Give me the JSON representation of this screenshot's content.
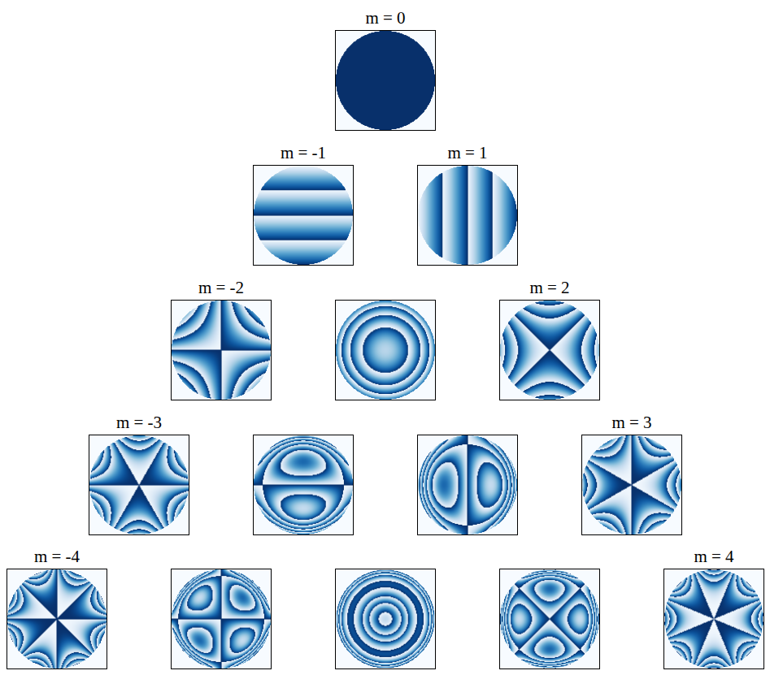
{
  "diagram": {
    "labels": [
      "m = 0",
      "m = -1",
      "m = 1",
      "m = -2",
      "m = 2",
      "m = -3",
      "m = 3",
      "m = -4",
      "m = 4"
    ]
  }
}
